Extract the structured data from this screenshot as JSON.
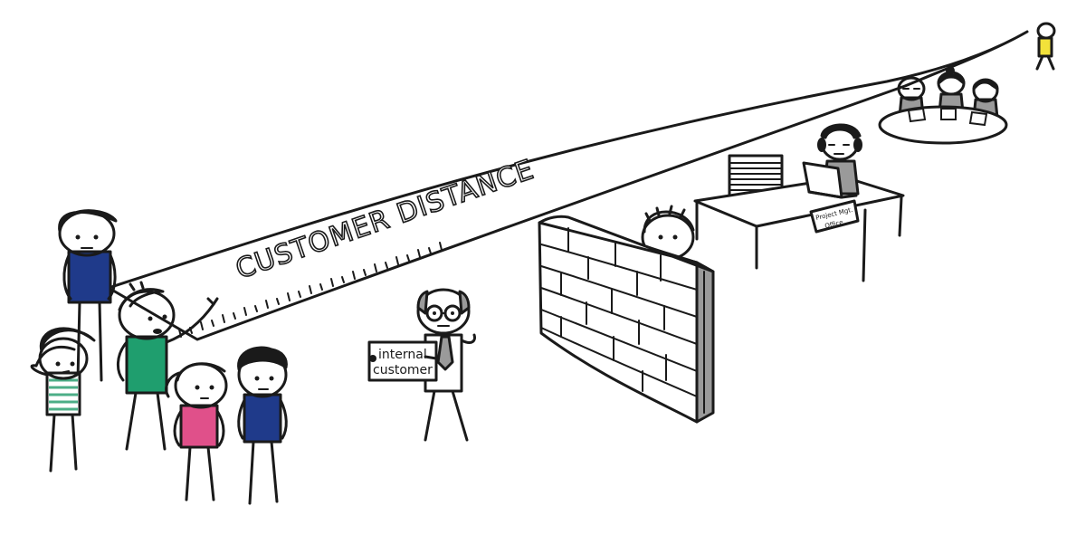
{
  "tape": {
    "label": "CUSTOMER DISTANCE"
  },
  "sign": {
    "line1": "internal",
    "line2": "customer"
  },
  "desk_sign": {
    "line1": "Project Mgt.",
    "line2": "Office"
  },
  "colors": {
    "ink": "#1a1a1a",
    "navy_shirt": "#1f3a8a",
    "green_shirt": "#1f9e6e",
    "pink_shirt": "#e0508a",
    "stripe_green": "#4cae87",
    "yellow_shirt": "#f2e23a",
    "grey_clothes": "#9a9a9a",
    "table_grey": "#d6d6d6"
  },
  "icons": [
    "tape-measure",
    "brick-wall",
    "desk",
    "laptop",
    "headphones",
    "paper-stack",
    "round-table"
  ]
}
